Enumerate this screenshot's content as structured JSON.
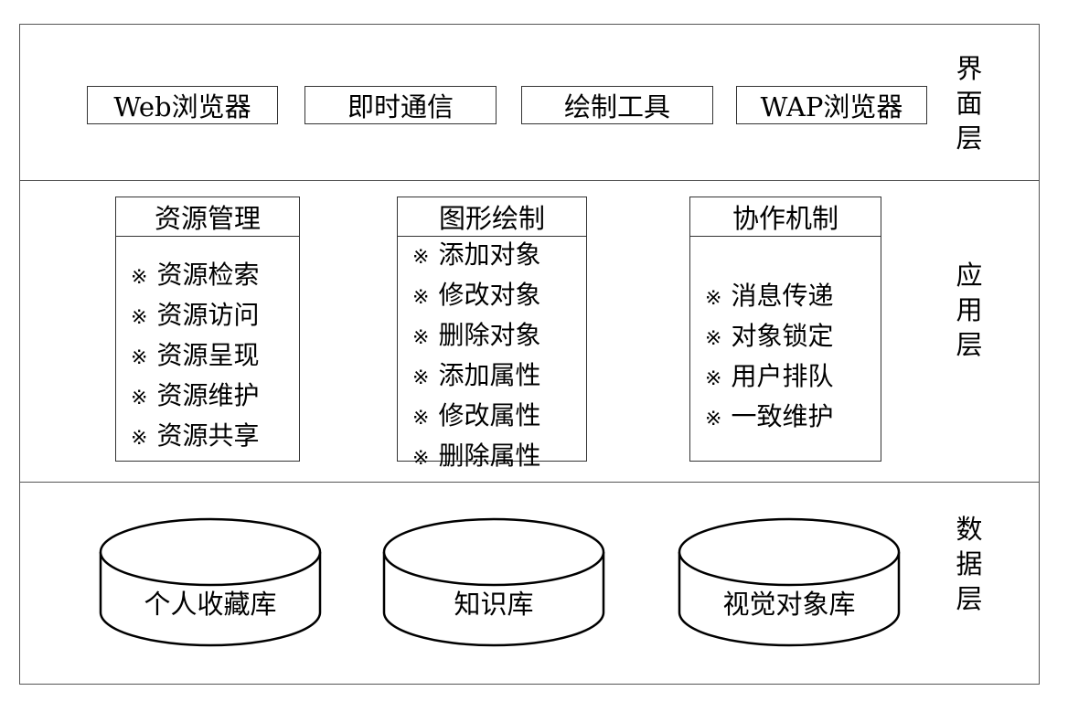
{
  "layers": {
    "interface": {
      "label": [
        "界",
        "面",
        "层"
      ]
    },
    "application": {
      "label": [
        "应",
        "用",
        "层"
      ]
    },
    "data": {
      "label": [
        "数",
        "据",
        "层"
      ]
    }
  },
  "interface_items": [
    "Web浏览器",
    "即时通信",
    "绘制工具",
    "WAP浏览器"
  ],
  "modules": [
    {
      "title": "资源管理",
      "mark": "※",
      "items": [
        "资源检索",
        "资源访问",
        "资源呈现",
        "资源维护",
        "资源共享"
      ]
    },
    {
      "title": "图形绘制",
      "mark": "※",
      "items": [
        "添加对象",
        "修改对象",
        "删除对象",
        "添加属性",
        "修改属性",
        "删除属性"
      ]
    },
    {
      "title": "协作机制",
      "mark": "※",
      "items": [
        "消息传递",
        "对象锁定",
        "用户排队",
        "一致维护"
      ]
    }
  ],
  "databases": [
    "个人收藏库",
    "知识库",
    "视觉对象库"
  ]
}
